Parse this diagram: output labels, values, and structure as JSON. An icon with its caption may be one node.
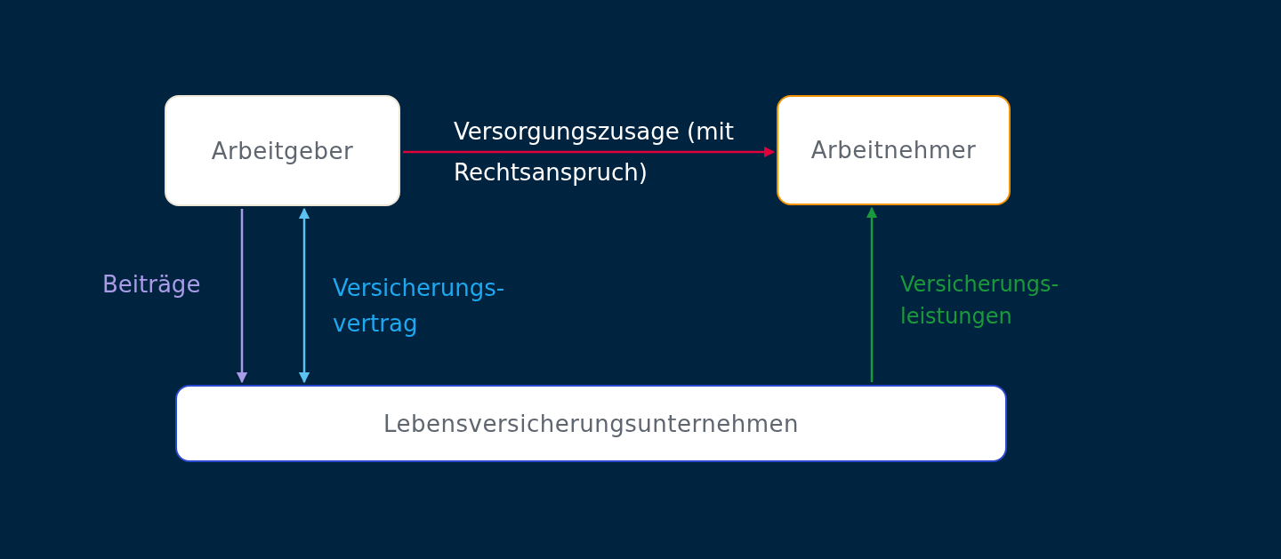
{
  "diagram": {
    "nodes": [
      {
        "text": [
          "Arbeitgeber"
        ]
      },
      {
        "text": [
          "Arbeitnehmer"
        ]
      },
      {
        "text": [
          "Lebensversicherungsunternehmen"
        ]
      }
    ],
    "edges": [
      {
        "from": 0,
        "to": 1,
        "arrow": "to",
        "label": "Versorgungszusage (mit Rechtsanspruch)",
        "color": "#e0003c"
      },
      {
        "from": 0,
        "to": 2,
        "arrow": "to",
        "label": "Beiträge",
        "color": "#a89be8"
      },
      {
        "from": 2,
        "to": 0,
        "arrow": "both",
        "label": "Versicherungs- vertrag",
        "color": "#5cc2f2"
      },
      {
        "from": 2,
        "to": 1,
        "arrow": "to",
        "label": "Versicherungs- leistungen",
        "color": "#1a9a3a"
      }
    ]
  }
}
